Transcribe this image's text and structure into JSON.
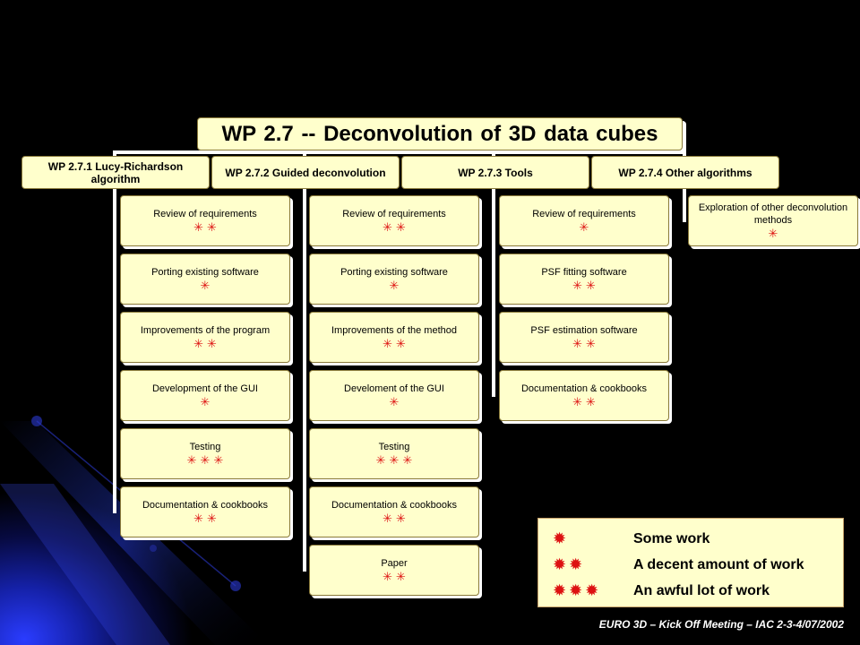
{
  "title": "WP 2.7 -- Deconvolution of 3D data cubes",
  "footer": "EURO 3D – Kick Off Meeting – IAC 2-3-4/07/2002",
  "colors": {
    "box_fill": "#ffffcc",
    "star": "#dd1111",
    "background": "#000000",
    "accent_blue": "#1e2fd6"
  },
  "columns": [
    {
      "header": "WP 2.7.1 Lucy-Richardson algorithm",
      "tasks": [
        {
          "label": "Review of requirements",
          "stars": "✳✳"
        },
        {
          "label": "Porting existing software",
          "stars": "✳"
        },
        {
          "label": "Improvements of the program",
          "stars": "✳✳"
        },
        {
          "label": "Development of the GUI",
          "stars": "✳"
        },
        {
          "label": "Testing",
          "stars": "✳✳✳"
        },
        {
          "label": "Documentation & cookbooks",
          "stars": "✳✳"
        }
      ]
    },
    {
      "header": "WP 2.7.2 Guided deconvolution",
      "tasks": [
        {
          "label": "Review of requirements",
          "stars": "✳✳"
        },
        {
          "label": "Porting existing software",
          "stars": "✳"
        },
        {
          "label": "Improvements of the method",
          "stars": "✳✳"
        },
        {
          "label": "Develoment of the GUI",
          "stars": "✳"
        },
        {
          "label": "Testing",
          "stars": "✳✳✳"
        },
        {
          "label": "Documentation & cookbooks",
          "stars": "✳✳"
        },
        {
          "label": "Paper",
          "stars": "✳✳"
        }
      ]
    },
    {
      "header": "WP 2.7.3 Tools",
      "tasks": [
        {
          "label": "Review of requirements",
          "stars": "✳"
        },
        {
          "label": "PSF fitting software",
          "stars": "✳✳"
        },
        {
          "label": "PSF estimation software",
          "stars": "✳✳"
        },
        {
          "label": "Documentation & cookbooks",
          "stars": "✳✳"
        }
      ]
    },
    {
      "header": "WP 2.7.4 Other algorithms",
      "tasks": [
        {
          "label": "Exploration of other deconvolution methods",
          "stars": "✳"
        }
      ]
    }
  ],
  "legend": [
    {
      "stars": "✹",
      "text": "Some work"
    },
    {
      "stars": "✹✹",
      "text": "A decent amount of work"
    },
    {
      "stars": "✹✹✹",
      "text": "An awful lot of work"
    }
  ]
}
